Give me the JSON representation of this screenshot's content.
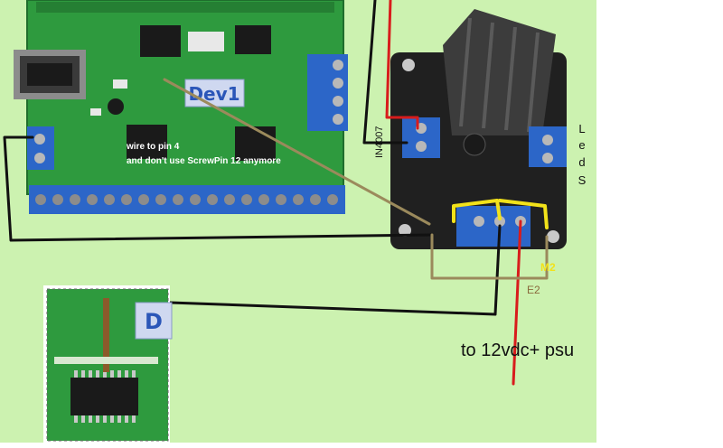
{
  "colors": {
    "background": "#ccf2b0",
    "pcb_green": "#2e9a3e",
    "pcb_dark": "#1f6e2c",
    "terminal_blue": "#2c66c8",
    "wire_red": "#d81c1c",
    "wire_black": "#111111",
    "wire_brown": "#9b8a5c",
    "wire_yellow": "#f2e21a",
    "driver_board": "#202020",
    "heatsink": "#3c3c3c"
  },
  "board": {
    "logo_text": "Dev1",
    "annotation_line1": "wire to pin 4",
    "annotation_line2": "and don't use ScrewPin 12 anymore"
  },
  "driver": {
    "diode_label": "IN4007",
    "leds_vertical": [
      "L",
      "e",
      "d",
      "S"
    ],
    "m2_label": "M2",
    "e2_label": "E2",
    "psu_label": "to 12vdc+ psu"
  },
  "inset": {
    "logo_text": "D"
  }
}
